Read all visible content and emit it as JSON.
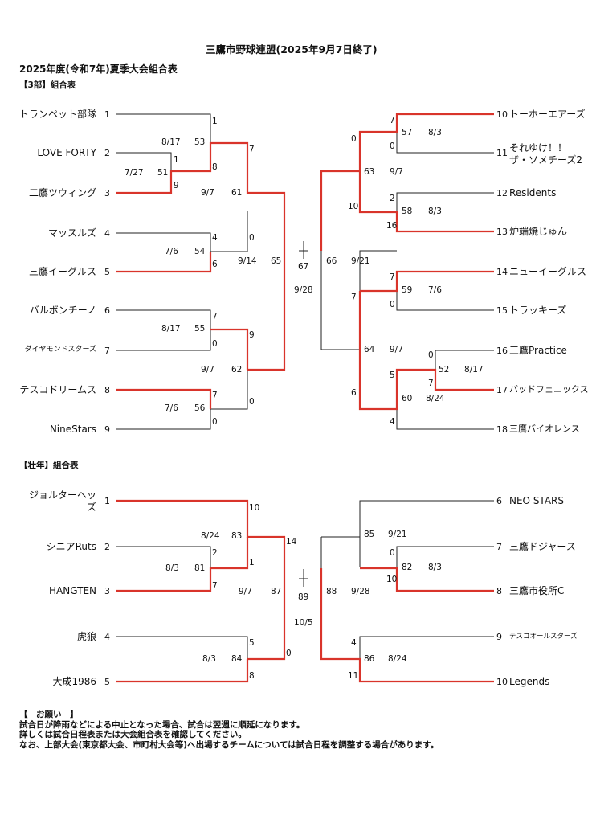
{
  "header": {
    "title": "三鷹市野球連盟(2025年9月7日終了)",
    "subtitle": "2025年度(令和7年)夏季大会組合表",
    "section1": "【3部】組合表",
    "section2": "【壮年】組合表"
  },
  "div3": {
    "teams": [
      {
        "no": "1",
        "name": "トランペット部隊"
      },
      {
        "no": "2",
        "name": "LOVE FORTY"
      },
      {
        "no": "3",
        "name": "二鷹ツウィング"
      },
      {
        "no": "4",
        "name": "マッスルズ"
      },
      {
        "no": "5",
        "name": "三鷹イーグルス"
      },
      {
        "no": "6",
        "name": "バルボンチーノ"
      },
      {
        "no": "7",
        "name": "ダイヤモンドスターズ"
      },
      {
        "no": "8",
        "name": "テスコドリームス"
      },
      {
        "no": "9",
        "name": "NineStars"
      },
      {
        "no": "10",
        "name": "トーホーエアーズ"
      },
      {
        "no": "11",
        "name": "それゆけ！！\nザ・ソメチーズ2"
      },
      {
        "no": "12",
        "name": "Residents"
      },
      {
        "no": "13",
        "name": "炉端焼じゅん"
      },
      {
        "no": "14",
        "name": "ニューイーグルス"
      },
      {
        "no": "15",
        "name": "トラッキーズ"
      },
      {
        "no": "16",
        "name": "三鷹Practice"
      },
      {
        "no": "17",
        "name": "バッドフェニックス"
      },
      {
        "no": "18",
        "name": "三鷹バイオレンス"
      }
    ],
    "games": {
      "g51": "51",
      "g53": "53",
      "g54": "54",
      "g55": "55",
      "g56": "56",
      "g57": "57",
      "g58": "58",
      "g59": "59",
      "g52": "52",
      "g60": "60",
      "g61": "61",
      "g62": "62",
      "g63": "63",
      "g64": "64",
      "g65": "65",
      "g66": "66",
      "g67": "67"
    },
    "dates": {
      "d51": "7/27",
      "d53": "8/17",
      "d54": "7/6",
      "d55": "8/17",
      "d56": "7/6",
      "d61": "9/7",
      "d62": "9/7",
      "d65": "9/14",
      "d57": "8/3",
      "d58": "8/3",
      "d59": "7/6",
      "d52": "8/17",
      "d60": "8/24",
      "d63": "9/7",
      "d64": "9/7",
      "d66": "9/21",
      "d67": "9/28"
    },
    "scores": {
      "s1": "1",
      "s2": "1",
      "s3": "9",
      "s51top": "1",
      "s53b": "8",
      "s4": "4",
      "s5": "6",
      "s61t": "7",
      "s61b": "0",
      "s6": "7",
      "s7": "0",
      "s8": "7",
      "s9": "0",
      "s62t": "9",
      "s62b": "0",
      "s10": "7",
      "s11": "0",
      "s57": "0",
      "s12": "2",
      "s13": "16",
      "s58": "10",
      "s14": "7",
      "s15": "0",
      "s59": "7",
      "s16": "0",
      "s17": "7",
      "s52": "5",
      "s18": "4",
      "s60": "6"
    }
  },
  "senior": {
    "teams": [
      {
        "no": "1",
        "name": "ジョルターヘッ\nズ"
      },
      {
        "no": "2",
        "name": "シニアRuts"
      },
      {
        "no": "3",
        "name": "HANGTEN"
      },
      {
        "no": "4",
        "name": "虎狼"
      },
      {
        "no": "5",
        "name": "大成1986"
      },
      {
        "no": "6",
        "name": "NEO STARS"
      },
      {
        "no": "7",
        "name": "三鷹ドジャース"
      },
      {
        "no": "8",
        "name": "三鷹市役所C"
      },
      {
        "no": "9",
        "name": "テスコオールスターズ"
      },
      {
        "no": "10",
        "name": "Legends"
      }
    ],
    "games": {
      "g81": "81",
      "g83": "83",
      "g84": "84",
      "g87": "87",
      "g82": "82",
      "g85": "85",
      "g86": "86",
      "g88": "88",
      "g89": "89"
    },
    "dates": {
      "d83": "8/24",
      "d81": "8/3",
      "d84": "8/3",
      "d87": "9/7",
      "d85": "9/21",
      "d82": "8/3",
      "d86": "8/24",
      "d88": "9/28",
      "d89": "10/5"
    },
    "scores": {
      "s1": "10",
      "s2": "2",
      "s3": "7",
      "s81": "1",
      "s87t": "14",
      "s4": "5",
      "s5": "8",
      "s87b": "0",
      "s7": "0",
      "s8": "10",
      "s9": "4",
      "s10": "11"
    }
  },
  "notes": {
    "heading": "【　お願い　】",
    "line1": "試合日が降雨などによる中止となった場合、試合は翌週に順延になります。",
    "line2": "詳しくは試合日程表または大会組合表を確認してください。",
    "line3": "なお、上部大会(東京都大会、市町村大会等)へ出場するチームについては試合日程を調整する場合があります。"
  },
  "colors": {
    "line": "#222222",
    "winner": "#d9342b"
  }
}
